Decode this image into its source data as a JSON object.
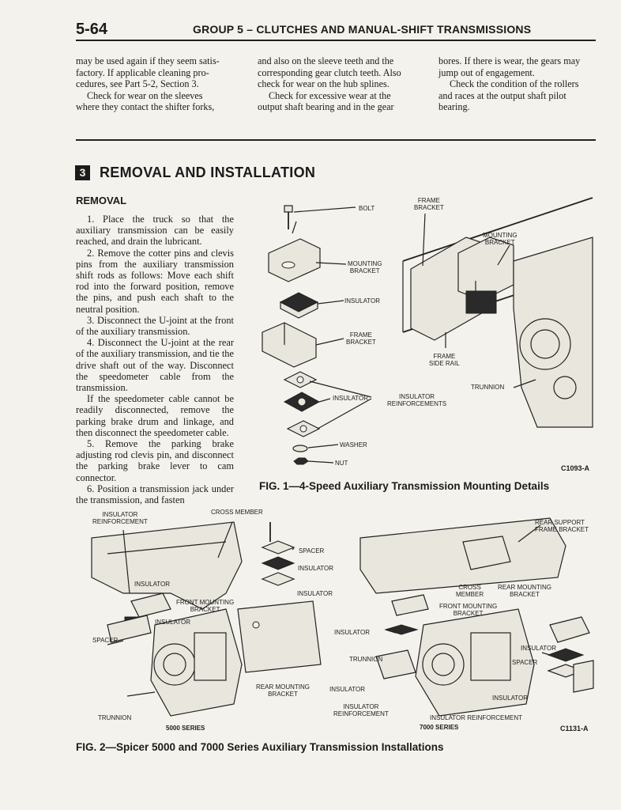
{
  "header": {
    "page_number": "5-64",
    "title": "GROUP 5 – CLUTCHES AND MANUAL-SHIFT TRANSMISSIONS"
  },
  "intro_columns": [
    [
      "may be used again if they seem satis-",
      "factory. If applicable cleaning pro-",
      "cedures, see Part 5-2, Section 3.",
      "Check for wear on the sleeves",
      "where they contact the shifter forks,"
    ],
    [
      "and also on the sleeve teeth and the",
      "corresponding gear clutch teeth. Also",
      "check for wear on the hub splines.",
      "Check for excessive wear at the",
      "output shaft bearing and in the gear"
    ],
    [
      "bores. If there is wear, the gears may",
      "jump out of engagement.",
      "Check the condition of the rollers",
      "and races at the output shaft pilot",
      "bearing."
    ]
  ],
  "section": {
    "number": "3",
    "title": "REMOVAL AND INSTALLATION",
    "subtitle": "REMOVAL"
  },
  "steps": [
    "1. Place the truck so that the auxiliary transmission can be easily reached, and drain the lubricant.",
    "2. Remove the cotter pins and clevis pins from the auxiliary transmission shift rods as follows: Move each shift rod into the forward position, remove the pins, and push each shaft to the neutral position.",
    "3. Disconnect the U-joint at the front of the auxiliary transmission.",
    "4. Disconnect the U-joint at the rear of the auxiliary transmission, and tie the drive shaft out of the way. Disconnect the speedometer cable from the transmission.",
    "If the speedometer cable cannot be readily disconnected, remove the parking brake drum and linkage, and then disconnect the speedometer cable.",
    "5. Remove the parking brake adjusting rod clevis pin, and disconnect the parking brake lever to cam connector.",
    "6. Position a transmission jack under the transmission, and fasten"
  ],
  "fig1": {
    "labels": {
      "bolt": "BOLT",
      "frame_bracket_top": "FRAME\nBRACKET",
      "mounting_bracket_right": "MOUNTING\nBRACKET",
      "mounting_bracket": "MOUNTING\nBRACKET",
      "insulator": "INSULATOR",
      "frame_bracket": "FRAME\nBRACKET",
      "frame_side_rail": "FRAME\nSIDE RAIL",
      "trunnion": "TRUNNION",
      "insulator2": "INSULATOR",
      "insulator_reinf": "INSULATOR\nREINFORCEMENTS",
      "washer": "WASHER",
      "nut": "NUT"
    },
    "code": "C1093-A",
    "caption": "FIG. 1—4-Speed Auxiliary Transmission Mounting Details"
  },
  "fig2": {
    "labels": {
      "insulator_reinforcement": "INSULATOR\nREINFORCEMENT",
      "cross_member": "CROSS MEMBER",
      "rear_support": "REAR SUPPORT\nFRAME BRACKET",
      "spacer": "SPACER",
      "insulator_a": "INSULATOR",
      "insulator_b": "INSULATOR",
      "insulator_left": "INSULATOR",
      "front_mounting_left": "FRONT MOUNTING\nBRACKET",
      "insulator_left2": "INSULATOR",
      "spacer_left": "SPACER",
      "cross_member_right": "CROSS\nMEMBER",
      "rear_mounting_right": "REAR MOUNTING\nBRACKET",
      "front_mounting_right": "FRONT MOUNTING\nBRACKET",
      "insulator_mid": "INSULATOR",
      "insulator_right": "INSULATOR",
      "spacer_right": "SPACER",
      "trunnion_mid": "TRUNNION",
      "rear_mounting_mid": "REAR MOUNTING\nBRACKET",
      "insulator_mid2": "INSULATOR",
      "insulator_reinf_mid": "INSULATOR\nREINFORCEMENT",
      "insulator_right2": "INSULATOR",
      "insulator_reinf_right": "INSULATOR REINFORCEMENT",
      "trunnion_left": "TRUNNION",
      "series_5000": "5000 SERIES",
      "series_7000": "7000 SERIES"
    },
    "code": "C1131-A",
    "caption": "FIG. 2—Spicer 5000 and 7000 Series Auxiliary Transmission Installations"
  }
}
